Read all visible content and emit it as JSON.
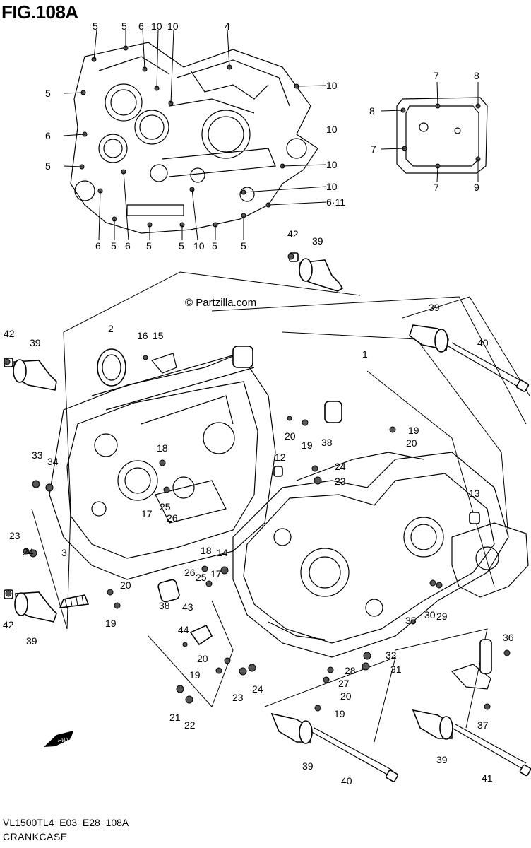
{
  "figure": {
    "title": "FIG.108A",
    "model_code": "VL1500TL4_E03_E28_108A",
    "caption": "CRANKCASE",
    "copyright": "© Partzilla.com",
    "direction_arrow": "FWD"
  },
  "callouts": [
    "5",
    "5",
    "6",
    "10",
    "10",
    "4",
    "5",
    "6",
    "5",
    "10",
    "10",
    "10",
    "6·11",
    "10",
    "6",
    "5",
    "6",
    "5",
    "5",
    "10",
    "5",
    "5",
    "7",
    "8",
    "8",
    "7",
    "7",
    "9",
    "42",
    "39",
    "39",
    "40",
    "2",
    "16",
    "15",
    "42",
    "39",
    "1",
    "20",
    "19",
    "38",
    "19",
    "20",
    "12",
    "24",
    "23",
    "18",
    "33",
    "34",
    "17",
    "25",
    "26",
    "13",
    "23",
    "24",
    "3",
    "14",
    "18",
    "26",
    "25",
    "17",
    "20",
    "19",
    "38",
    "43",
    "44",
    "30",
    "29",
    "35",
    "36",
    "20",
    "19",
    "23",
    "24",
    "28",
    "27",
    "20",
    "32",
    "31",
    "21",
    "22",
    "19",
    "39",
    "37",
    "40",
    "39",
    "41",
    "42",
    "39"
  ]
}
